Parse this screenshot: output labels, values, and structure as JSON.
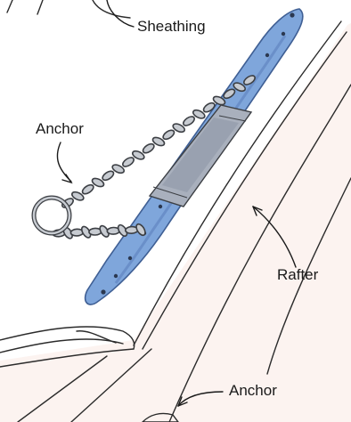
{
  "labels": {
    "sheathing": "Sheathing",
    "anchor_top": "Anchor",
    "rafter": "Rafter",
    "anchor_bottom": "Anchor"
  },
  "colors": {
    "anchor_blue": "#7fa6db",
    "anchor_dark": "#3f5f94",
    "chain_fill": "#c7cbd1",
    "chain_stroke": "#3c3f44",
    "plate_fill": "#a9b0bd",
    "line": "#2b2b2b",
    "rafter_tint": "#fbe6df"
  }
}
